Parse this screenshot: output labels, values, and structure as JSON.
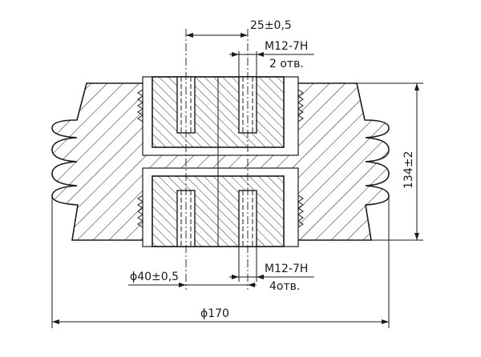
{
  "dimensions": {
    "bolt_spacing": "25±0,5",
    "thread_top": "M12-7H",
    "holes_top": "2 отв.",
    "thread_bottom": "M12-7H",
    "holes_bottom": "4отв.",
    "inner_diameter": "ϕ40±0,5",
    "outer_diameter": "ϕ170",
    "height": "134±2"
  },
  "colors": {
    "ink": "#1a1a1a",
    "background": "#ffffff"
  }
}
